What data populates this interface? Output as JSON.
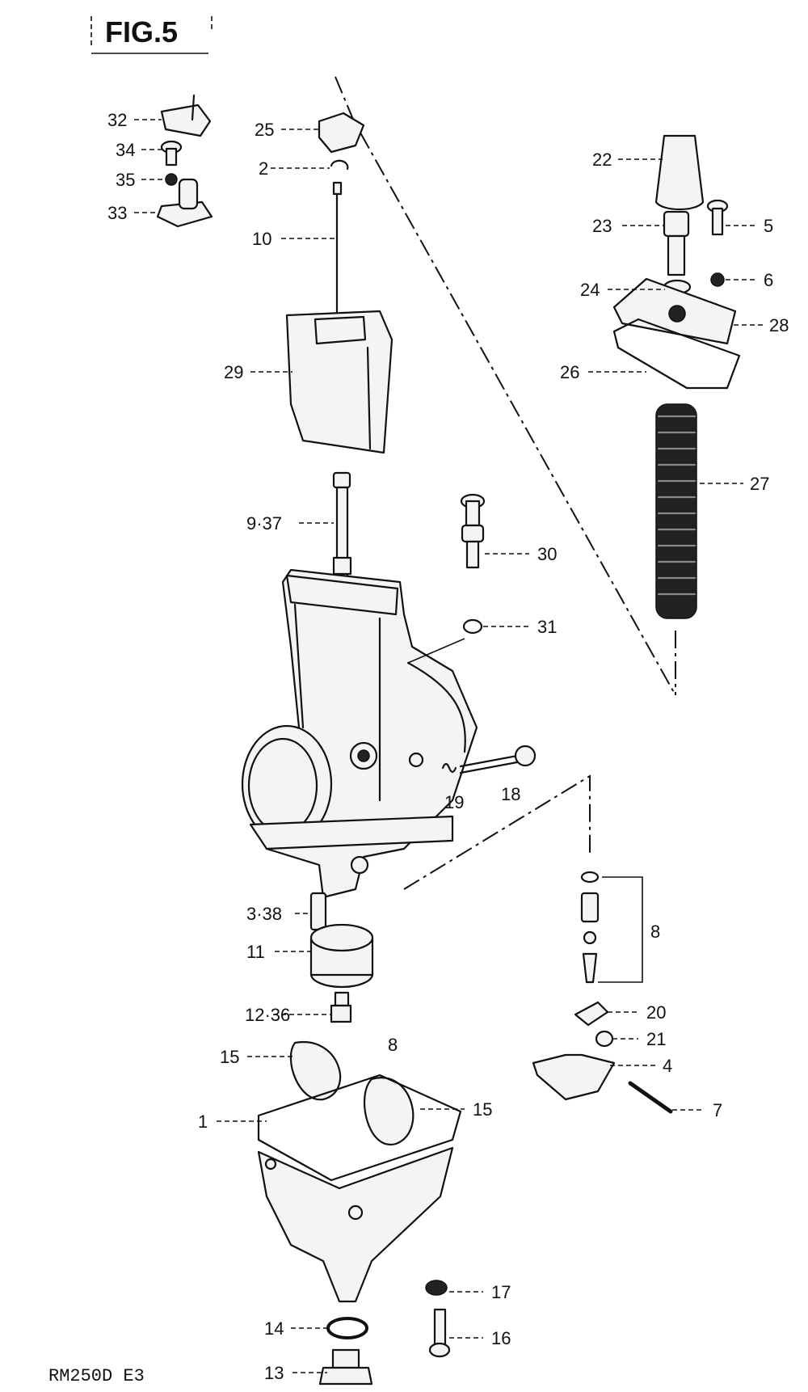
{
  "figure": {
    "title": "FIG.5",
    "model_code": "RM250D E3"
  },
  "callouts": {
    "c1": "1",
    "c2": "2",
    "c3_38": "3·38",
    "c4": "4",
    "c5": "5",
    "c6": "6",
    "c7": "7",
    "c8": "8",
    "c9_37": "9·37",
    "c10": "10",
    "c11": "11",
    "c12_36": "12·36",
    "c13": "13",
    "c14": "14",
    "c15a": "15",
    "c15b": "15",
    "c16": "16",
    "c17": "17",
    "c18": "18",
    "c19": "19",
    "c20": "20",
    "c21": "21",
    "c22": "22",
    "c23": "23",
    "c24": "24",
    "c25": "25",
    "c26": "26",
    "c27": "27",
    "c28": "28",
    "c29": "29",
    "c30": "30",
    "c31": "31",
    "c32": "32",
    "c33": "33",
    "c34": "34",
    "c35": "35",
    "c_b": "8"
  }
}
